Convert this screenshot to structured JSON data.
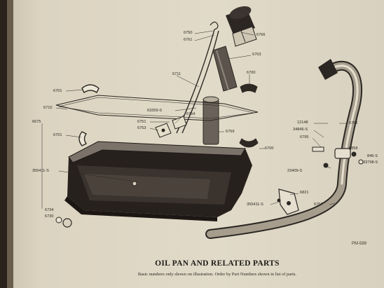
{
  "figure": {
    "caption": "OIL PAN AND RELATED PARTS",
    "note": "Basic numbers only shown on illustration.  Order by Part Numbers shown in list of parts.",
    "ref_code": "PM-589"
  },
  "parts": {
    "p6750": "6750",
    "p6761": "6761",
    "p6766": "6766",
    "p6763": "6763",
    "p6711": "6711",
    "p6700a": "6700",
    "p6701a": "6701",
    "p6710": "6710",
    "p63359": "63359-S",
    "p6754": "6754",
    "p6675": "6675",
    "p6751": "6751",
    "p6753": "6753",
    "p6759": "6759",
    "p6701b": "6701",
    "p6700b": "6700",
    "p355411a": "355411-S",
    "p6734": "6734",
    "p6730": "6730",
    "p12148": "12148",
    "p34846": "34846-S",
    "p6795": "6795",
    "p6762": "6762",
    "p6858": "6858",
    "p846": "846-S",
    "p33798": "33798-S",
    "p23409": "23409-S",
    "p6821": "6821",
    "p355411b": "355411-S",
    "p6757": "6757"
  },
  "colors": {
    "page": "#dcd4c1",
    "ink": "#2b2723",
    "binding": "#2a211b"
  }
}
